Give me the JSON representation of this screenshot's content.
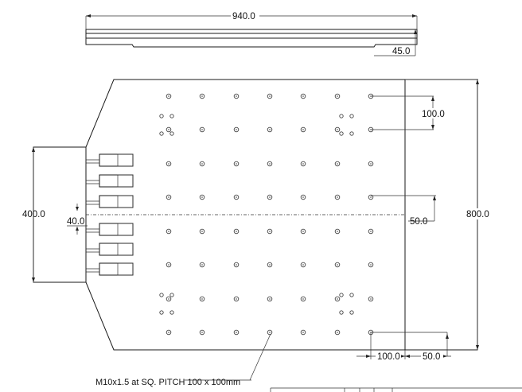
{
  "dimensions": {
    "length": "940.0",
    "thickness": "45.0",
    "width": "800.0",
    "bay_width": "400.0",
    "offset": "40.0",
    "hole_pitch_v": "100.0",
    "edge_50_right": "50.0",
    "hole_pitch_h": "100.0",
    "edge_50_bottom": "50.0"
  },
  "callout": "M10x1.5 at SQ. PITCH 100 x 100mm",
  "colors": {
    "line": "#1a1a1a",
    "background": "#ffffff"
  }
}
